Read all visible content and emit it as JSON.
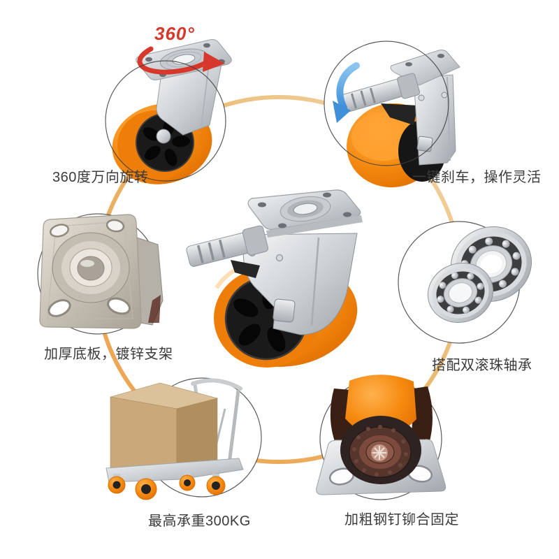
{
  "page": {
    "background": "#FFFFFF"
  },
  "ring": {
    "color_bottom": "#EF9F4A",
    "color_mid": "#E9B568",
    "color_top": "#F3D8AC"
  },
  "center_product": {
    "icon": "swivel-caster-with-brake-icon"
  },
  "colors": {
    "wheel_orange": "#F58A10",
    "hub_black": "#1A1A1A",
    "metal_silver": "#C3C8CC",
    "badge_red": "#D6392C",
    "arrow_blue": "#3F8FD9",
    "box_cardboard": "#C9A87C",
    "label_text": "#3B3B3B"
  },
  "callouts": [
    {
      "id": "swivel",
      "icon": "swivel-caster-icon",
      "badge": "360°",
      "label": "360度万向旋转"
    },
    {
      "id": "brake",
      "icon": "brake-pedal-icon",
      "label": "一键刹车，操作灵活"
    },
    {
      "id": "plate",
      "icon": "mounting-plate-icon",
      "label": "加厚底板，镀锌支架"
    },
    {
      "id": "bearing",
      "icon": "ball-bearings-icon",
      "label": "搭配双滚珠轴承"
    },
    {
      "id": "load",
      "icon": "platform-cart-icon",
      "label": "最高承重300KG"
    },
    {
      "id": "rivet",
      "icon": "rivet-mount-icon",
      "label": "加粗钢钉铆合固定"
    }
  ]
}
